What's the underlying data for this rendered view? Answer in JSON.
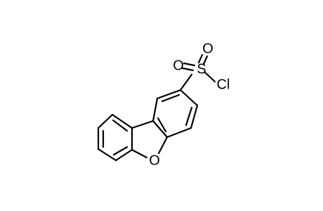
{
  "atoms": {
    "sulfur": "S",
    "oxygen_top": "O",
    "oxygen_left": "O",
    "chlorine": "Cl",
    "oxygen_ring": "O"
  },
  "colors": {
    "bond": "#000000",
    "label": "#000000",
    "background": "#ffffff"
  }
}
